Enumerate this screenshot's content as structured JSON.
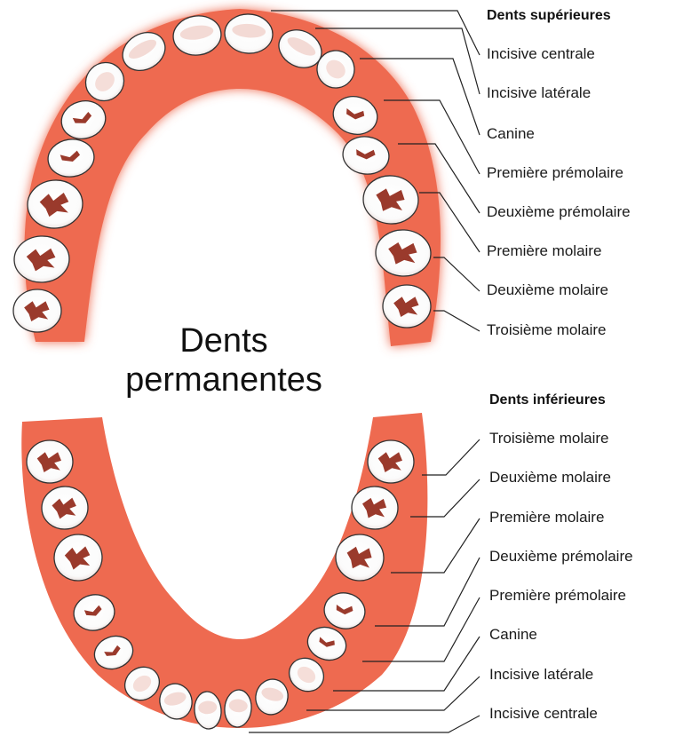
{
  "title_line1": "Dents",
  "title_line2": "permanentes",
  "upper": {
    "header": "Dents supérieures",
    "labels": [
      "Incisive centrale",
      "Incisive latérale",
      "Canine",
      "Première prémolaire",
      "Deuxième prémolaire",
      "Première molaire",
      "Deuxième molaire",
      "Troisième molaire"
    ]
  },
  "lower": {
    "header": "Dents inférieures",
    "labels": [
      "Troisième molaire",
      "Deuxième molaire",
      "Première molaire",
      "Deuxième prémolaire",
      "Première prémolaire",
      "Canine",
      "Incisive latérale",
      "Incisive centrale"
    ]
  },
  "colors": {
    "gum": "#ee6a50",
    "gum_light": "#f4a08a",
    "tooth": "#ffffff",
    "tooth_outline": "#333333",
    "groove": "#9a3a2c",
    "line": "#222222"
  }
}
